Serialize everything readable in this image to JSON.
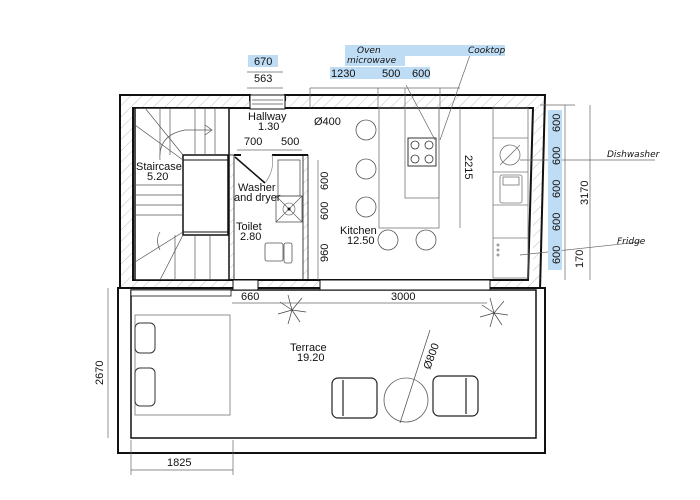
{
  "rooms": [
    {
      "name": "Hallway",
      "area": "1.30"
    },
    {
      "name": "Staircase",
      "area": "5.20"
    },
    {
      "name": "Toilet",
      "area": "2.80"
    },
    {
      "name": "Kitchen",
      "area": "12.50"
    },
    {
      "name": "Terrace",
      "area": "19.20"
    }
  ],
  "labels": {
    "washer_line1": "Washer",
    "washer_line2": "and dryer",
    "oven": "Oven",
    "microwave": "microwave",
    "cooktop": "Cooktop",
    "dishwasher": "Dishwasher",
    "fridge": "Fridge"
  },
  "dimensions": {
    "top_670": "670",
    "top_563": "563",
    "top_1230": "1230",
    "top_500": "500",
    "top_600": "600",
    "hall_700": "700",
    "hall_500": "500",
    "stool_dia": "Ø400",
    "island_2215": "2215",
    "left_600a": "600",
    "left_600b": "600",
    "left_960": "960",
    "right_600_1": "600",
    "right_600_2": "600",
    "right_600_3": "600",
    "right_600_4": "600",
    "right_600_5": "600",
    "right_170": "170",
    "right_3170": "3170",
    "door_660": "660",
    "window_3000": "3000",
    "table_dia": "Ø800",
    "terrace_2670": "2670",
    "bed_1825": "1825"
  }
}
